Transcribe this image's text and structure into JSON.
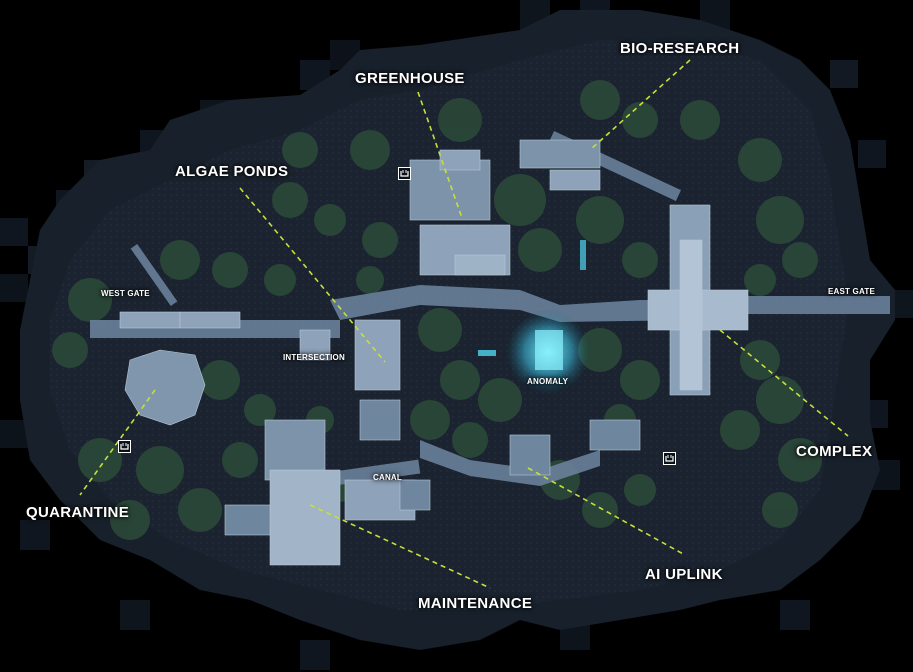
{
  "map": {
    "colors": {
      "background": "#000000",
      "panel": "#1a2330",
      "building": "#8fa3b8",
      "road": "#6f86a0",
      "foliage": "#2b4a3d",
      "anomaly": "#5ee6ff",
      "callout_line": "#c6e03a",
      "label": "#ffffff"
    },
    "labels": {
      "bio_research": "BIO-RESEARCH",
      "greenhouse": "GREENHOUSE",
      "algae_ponds": "ALGAE PONDS",
      "west_gate": "WEST GATE",
      "east_gate": "EAST GATE",
      "intersection": "INTERSECTION",
      "anomaly": "ANOMALY",
      "complex": "COMPLEX",
      "canal": "CANAL",
      "quarantine": "QUARANTINE",
      "ai_uplink": "AI UPLINK",
      "maintenance": "MAINTENANCE"
    },
    "icons": {
      "crate": "crate-icon"
    }
  }
}
